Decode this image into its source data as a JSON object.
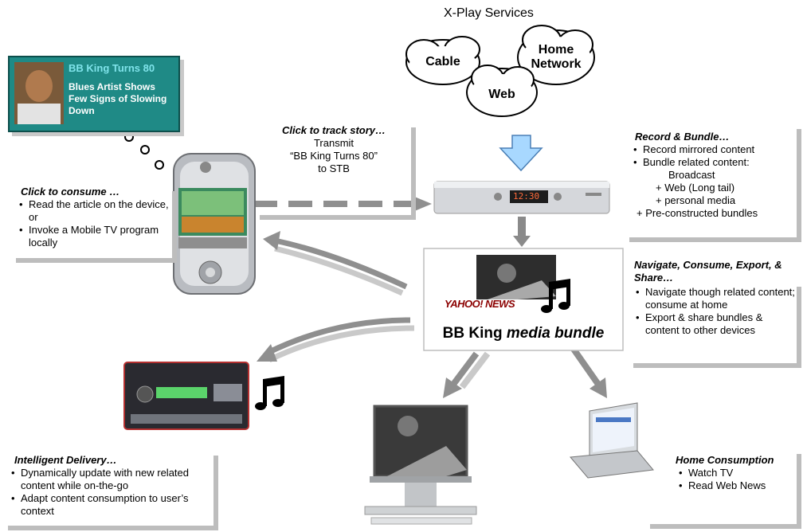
{
  "header": {
    "title": "X-Play Services"
  },
  "clouds": {
    "cable": "Cable",
    "web": "Web",
    "home_network": "Home Network"
  },
  "news_card": {
    "headline": "BB King Turns 80",
    "body": "Blues Artist Shows Few Signs of Slowing Down"
  },
  "consume": {
    "title": "Click to consume …",
    "items": [
      "Read the article on the device, or",
      "Invoke a Mobile TV program locally"
    ]
  },
  "track": {
    "title": "Click to track story…",
    "lines": [
      "Transmit",
      "“BB King Turns 80”",
      "to STB"
    ]
  },
  "record": {
    "title": "Record & Bundle…",
    "items": [
      "Record mirrored content",
      "Bundle related content:"
    ],
    "sub": [
      "Broadcast",
      "+ Web (Long tail)",
      "+ personal media"
    ],
    "extra": "+ Pre-constructed bundles"
  },
  "navigate": {
    "title": "Navigate, Consume, Export, & Share…",
    "items": [
      "Navigate though related content; consume at home",
      "Export & share bundles & content to other devices"
    ]
  },
  "bundle": {
    "yahoo": "YAHOO! NEWS",
    "label_prefix": "BB King ",
    "label_italic": "media bundle"
  },
  "stb": {
    "display": "12:30"
  },
  "delivery": {
    "title": "Intelligent Delivery…",
    "items": [
      "Dynamically update with new related content while on-the-go",
      "Adapt content consumption to user’s context"
    ]
  },
  "home": {
    "title": "Home Consumption",
    "items": [
      "Watch TV",
      "Read Web News"
    ]
  },
  "colors": {
    "card_teal": "#1f8a86",
    "headline_cyan": "#7fe3ea",
    "arrow_blue": "#a8d8ff",
    "bracket_grey": "#bdbdbd"
  }
}
